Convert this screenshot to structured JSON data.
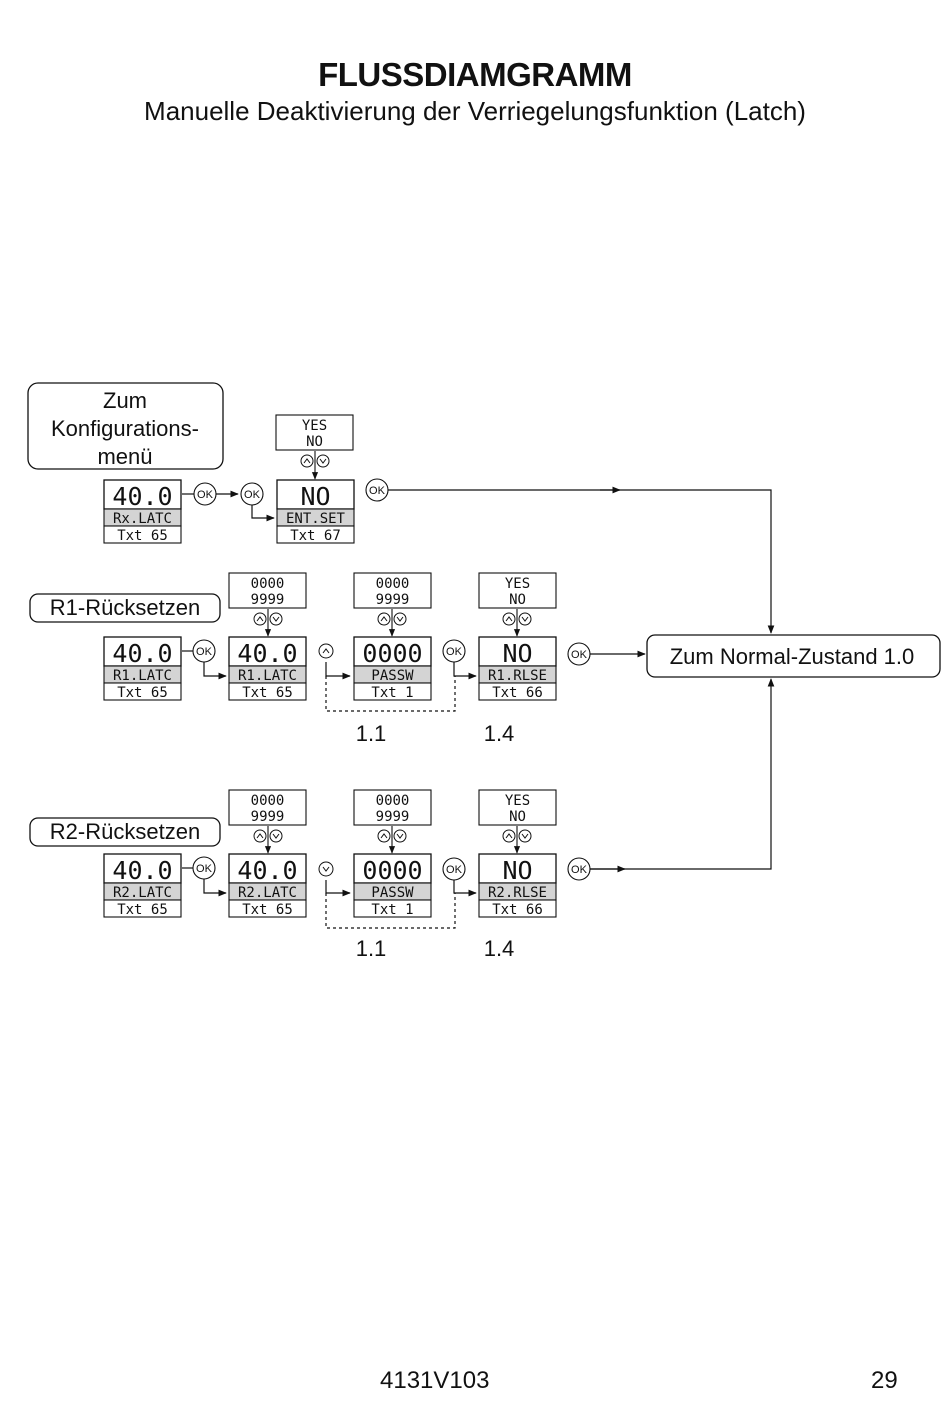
{
  "header": {
    "title": "FLUSSDIAMGRAMM",
    "subtitle": "Manuelle Deaktivierung der Verriegelungsfunktion (Latch)"
  },
  "labels": {
    "config_menu": [
      "Zum",
      "Konfigurations-",
      "menü"
    ],
    "r1_reset": "R1-Rücksetzen",
    "r2_reset": "R2-Rücksetzen",
    "normal_state": "Zum Normal-Zustand 1.0"
  },
  "buttons": {
    "ok": "OK"
  },
  "arrow_glyphs": {
    "up": "^",
    "down": "v"
  },
  "rows": {
    "config": {
      "display_1": {
        "value": "40.0",
        "param": "Rx.LATC",
        "txt": "Txt 65"
      },
      "display_2": {
        "value": "NO",
        "param": "ENT.SET",
        "txt": "Txt 67"
      },
      "options_2": [
        "YES",
        "NO"
      ]
    },
    "r1": {
      "display_1": {
        "value": "40.0",
        "param": "R1.LATC",
        "txt": "Txt 65"
      },
      "display_2": {
        "value": "40.0",
        "param": "R1.LATC",
        "txt": "Txt 65"
      },
      "display_3": {
        "value": "0000",
        "param": "PASSW",
        "txt": "Txt 1"
      },
      "display_4": {
        "value": "NO",
        "param": "R1.RLSE",
        "txt": "Txt 66"
      },
      "range_2": [
        "0000",
        "9999"
      ],
      "range_3": [
        "0000",
        "9999"
      ],
      "options_4": [
        "YES",
        "NO"
      ],
      "ref_1": "1.1",
      "ref_2": "1.4"
    },
    "r2": {
      "display_1": {
        "value": "40.0",
        "param": "R2.LATC",
        "txt": "Txt 65"
      },
      "display_2": {
        "value": "40.0",
        "param": "R2.LATC",
        "txt": "Txt 65"
      },
      "display_3": {
        "value": "0000",
        "param": "PASSW",
        "txt": "Txt 1"
      },
      "display_4": {
        "value": "NO",
        "param": "R2.RLSE",
        "txt": "Txt 66"
      },
      "range_2": [
        "0000",
        "9999"
      ],
      "range_3": [
        "0000",
        "9999"
      ],
      "options_4": [
        "YES",
        "NO"
      ],
      "ref_1": "1.1",
      "ref_2": "1.4"
    }
  },
  "footer": {
    "doc_code": "4131V103",
    "page_number": "29"
  }
}
